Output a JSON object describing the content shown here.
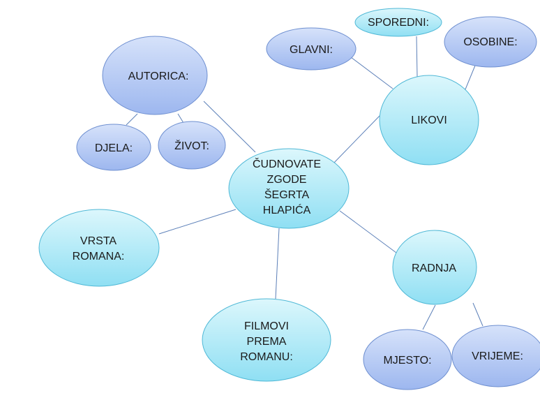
{
  "nodes": {
    "center": [
      "ČUDNOVATE",
      "ZGODE",
      "ŠEGRTA",
      "HLAPIĆA"
    ],
    "autorica": "AUTORICA:",
    "djela": "DJELA:",
    "zivot": "ŽIVOT:",
    "vrsta_romana": [
      "VRSTA",
      "ROMANA:"
    ],
    "filmovi": [
      "FILMOVI",
      "PREMA",
      "ROMANU:"
    ],
    "radnja": "RADNJA",
    "mjesto": "MJESTO:",
    "vrijeme": "VRIJEME:",
    "likovi": "LIKOVI",
    "glavni": "GLAVNI:",
    "sporedni": "SPOREDNI:",
    "osobine": "OSOBINE:"
  },
  "colors": {
    "blue_node": "#b4c9f4",
    "cyan_node": "#a8ebf7",
    "connector": "#5b7fb8"
  }
}
